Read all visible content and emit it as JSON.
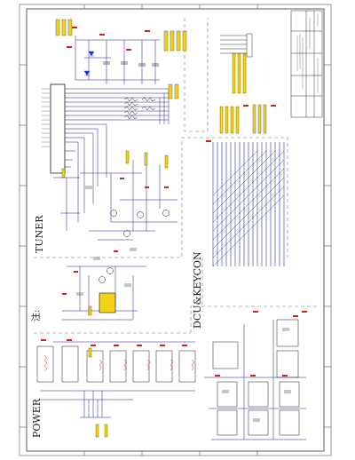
{
  "sections": {
    "tuner": "TUNER",
    "dcu_keycon": "DCU&KEYCON",
    "power": "POWER",
    "note": "注:"
  },
  "colors": {
    "wire": "#1a1a8c",
    "component": "#1a1a1a",
    "power_rail": "#d42020",
    "label_fill": "#f2d21a",
    "frame": "#333333",
    "dash": "#777777"
  }
}
